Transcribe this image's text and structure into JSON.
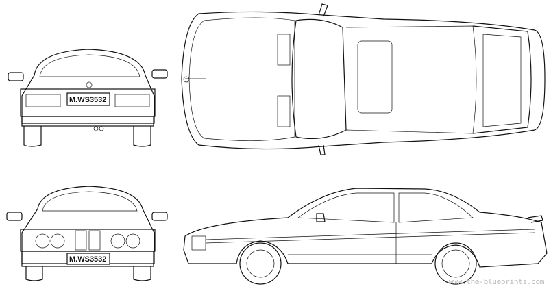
{
  "views": {
    "rear": {
      "plate": "M.WS3532"
    },
    "front": {
      "plate": "M.WS3532"
    }
  },
  "watermark": "www.the-blueprints.com"
}
